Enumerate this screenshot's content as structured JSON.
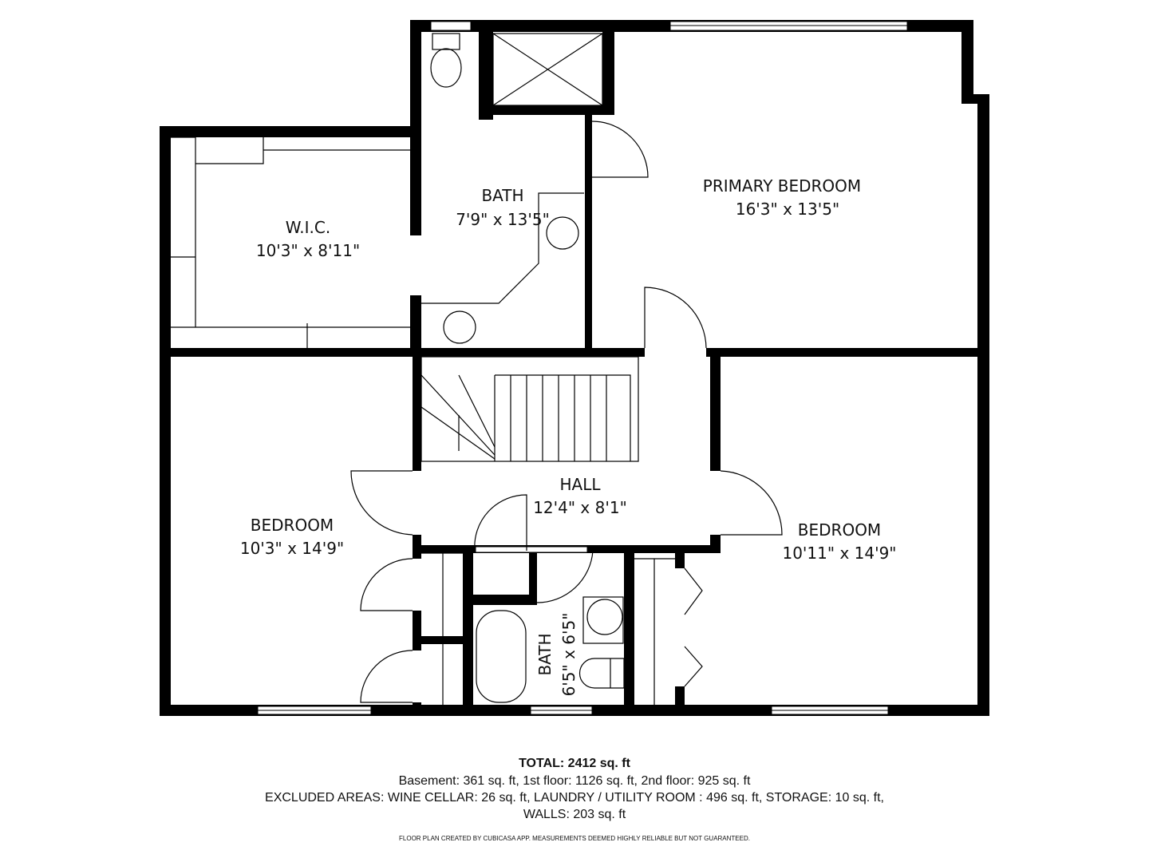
{
  "rooms": [
    {
      "name": "PRIMARY BEDROOM",
      "size": "16'3\" x 13'5\""
    },
    {
      "name": "BATH",
      "size": "7'9\" x 13'5\""
    },
    {
      "name": "W.I.C.",
      "size": "10'3\" x 8'11\""
    },
    {
      "name": "HALL",
      "size": "12'4\" x 8'1\""
    },
    {
      "name": "BEDROOM",
      "size": "10'3\" x 14'9\""
    },
    {
      "name": "BEDROOM",
      "size": "10'11\" x 14'9\""
    },
    {
      "name": "BATH",
      "size": "6'5\" x 6'5\""
    }
  ],
  "footer": {
    "total": "TOTAL: 2412 sq. ft",
    "floors": "Basement: 361 sq. ft, 1st floor: 1126 sq. ft, 2nd floor: 925 sq. ft",
    "excluded": "EXCLUDED AREAS: WINE CELLAR: 26 sq. ft, LAUNDRY / UTILITY ROOM : 496 sq. ft, STORAGE: 10 sq. ft,",
    "walls": "WALLS: 203 sq. ft",
    "credit": "FLOOR PLAN CREATED BY CUBICASA APP. MEASUREMENTS DEEMED HIGHLY RELIABLE BUT NOT GUARANTEED."
  },
  "colors": {
    "wall": "#000000",
    "background": "#ffffff"
  }
}
